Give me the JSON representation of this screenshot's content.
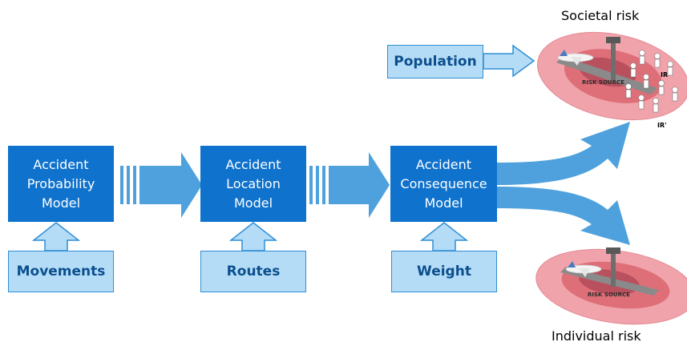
{
  "models": [
    {
      "lines": [
        "Accident",
        "Probability",
        "Model"
      ]
    },
    {
      "lines": [
        "Accident",
        "Location",
        "Model"
      ]
    },
    {
      "lines": [
        "Accident",
        "Consequence",
        "Model"
      ]
    }
  ],
  "inputs": {
    "movements": "Movements",
    "routes": "Routes",
    "weight": "Weight",
    "population": "Population"
  },
  "outputs": {
    "societal_risk": "Societal risk",
    "individual_risk": "Individual risk"
  },
  "societal_illustration": {
    "risk_source": "RISK SOURCE",
    "ir_inner": "IR",
    "ir_outer": "IR'"
  },
  "individual_illustration": {
    "risk_source": "RISK SOURCE"
  },
  "colors": {
    "model_fill": "#0f72cc",
    "arrow_fill": "#4ea1dc",
    "input_fill": "#b5dcf6",
    "ellipse_outer": "#f0a3aa",
    "ellipse_inner": "#de6f79"
  }
}
